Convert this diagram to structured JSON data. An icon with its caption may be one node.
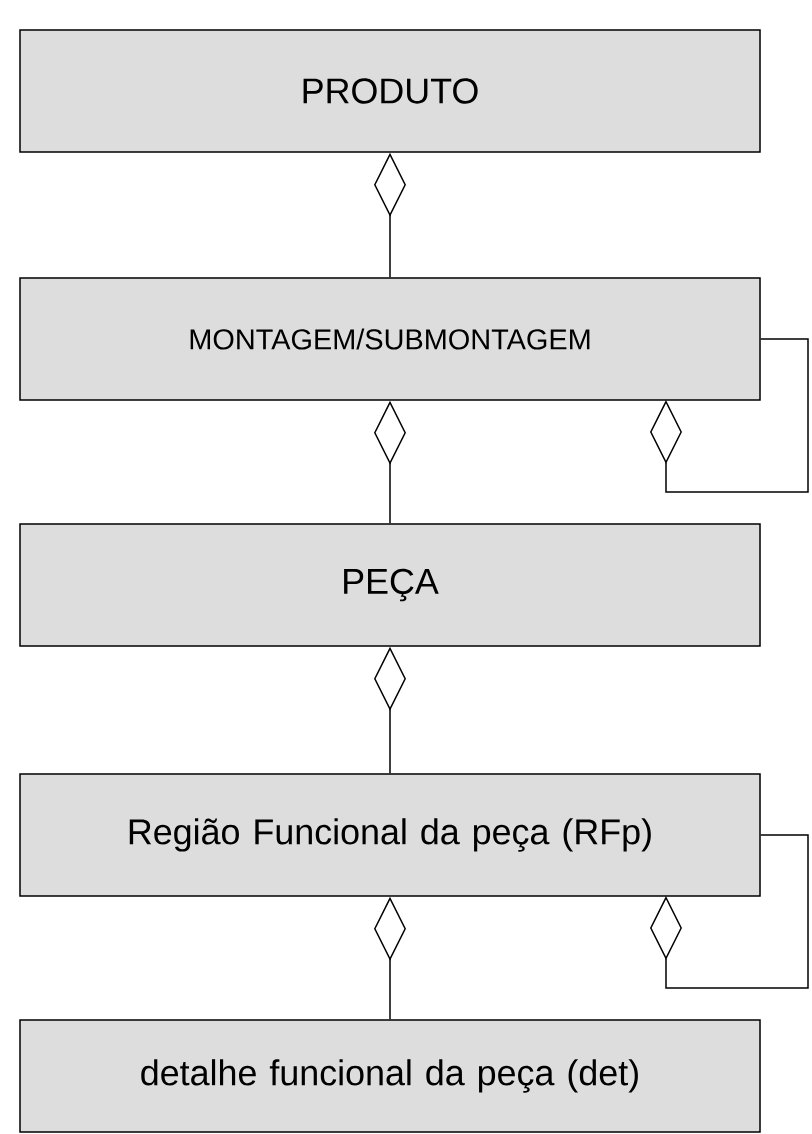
{
  "diagram": {
    "nodes": [
      {
        "text": [
          "PRODUTO"
        ]
      },
      {
        "text": [
          "MONTAGEM/SUBMONTAGEM"
        ]
      },
      {
        "text": [
          "PEÇA"
        ]
      },
      {
        "text": [
          "Região Funcional da peça (RFp)"
        ]
      },
      {
        "text": [
          "detalhe funcional da peça (det)"
        ]
      }
    ],
    "edges": [
      {
        "from": 1,
        "to": 0,
        "arrow": "other"
      },
      {
        "from": 2,
        "to": 1,
        "arrow": "other"
      },
      {
        "from": 1,
        "to": 1,
        "arrow": "other"
      },
      {
        "from": 3,
        "to": 2,
        "arrow": "other"
      },
      {
        "from": 4,
        "to": 3,
        "arrow": "other"
      },
      {
        "from": 3,
        "to": 3,
        "arrow": "other"
      }
    ]
  }
}
